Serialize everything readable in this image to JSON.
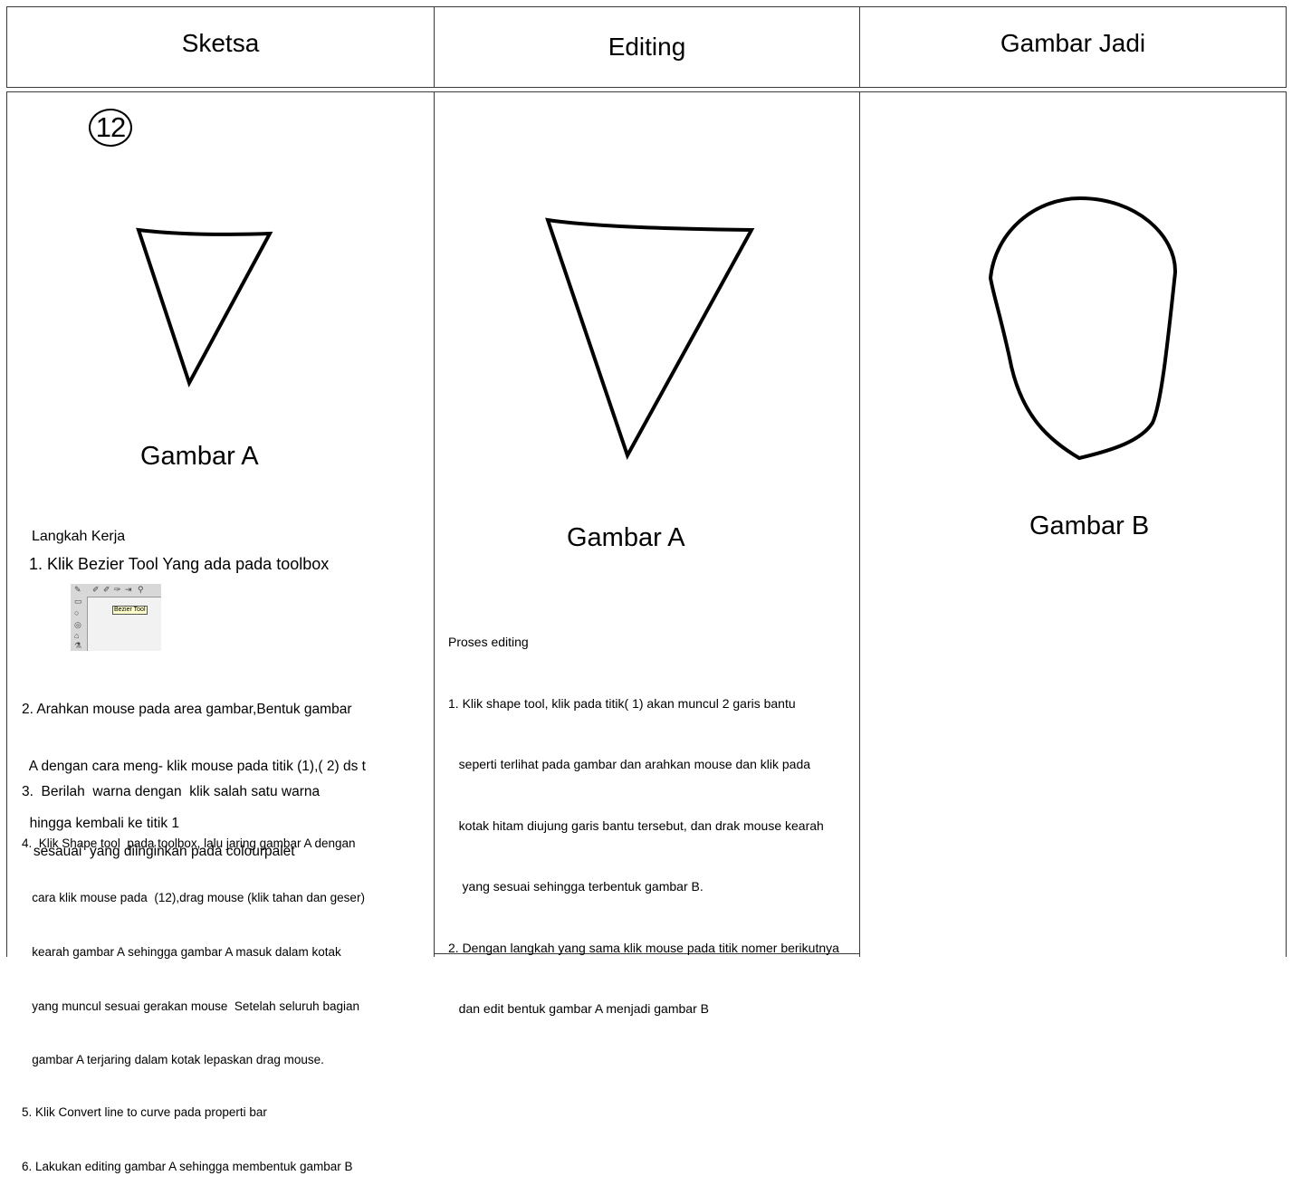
{
  "headers": {
    "sketsa": "Sketsa",
    "editing": "Editing",
    "gambar_jadi": "Gambar Jadi"
  },
  "sketsa": {
    "point_label": "12",
    "caption": "Gambar A",
    "langkah_title": "Langkah Kerja",
    "step1": "1. Klik Bezier Tool Yang ada pada toolbox",
    "toolbox_tooltip": "Bezier Tool",
    "step2": [
      "2. Arahkan mouse pada area gambar,Bentuk gambar",
      "  A dengan cara meng- klik mouse pada titik (1),( 2) ds t",
      "  hingga kembali ke titik 1"
    ],
    "step3": [
      "3.  Berilah  warna dengan  klik salah satu warna",
      "   sesauai  yang diinginkan pada colourpalet"
    ],
    "step4": [
      "4.  Klik Shape tool  pada toolbox, lalu jaring gambar A dengan",
      "   cara klik mouse pada  (12),drag mouse (klik tahan dan geser)",
      "   kearah gambar A sehingga gambar A masuk dalam kotak",
      "   yang muncul sesuai gerakan mouse  Setelah seluruh bagian",
      "   gambar A terjaring dalam kotak lepaskan drag mouse."
    ],
    "step5": "5. Klik Convert line to curve pada properti bar",
    "step6": "6. Lakukan editing gambar A sehingga membentuk gambar B"
  },
  "editing": {
    "caption": "Gambar A",
    "proses_title": "Proses editing",
    "step1": [
      "1. Klik shape tool, klik pada titik( 1) akan muncul 2 garis bantu",
      "   seperti terlihat pada gambar dan arahkan mouse dan klik pada",
      "   kotak hitam diujung garis bantu tersebut, dan drak mouse kearah",
      "    yang sesuai sehingga terbentuk gambar B."
    ],
    "step2": [
      "2. Dengan langkah yang sama klik mouse pada titik nomer berikutnya",
      "   dan edit bentuk gambar A menjadi gambar B"
    ]
  },
  "gambar_jadi": {
    "caption": "Gambar B"
  }
}
